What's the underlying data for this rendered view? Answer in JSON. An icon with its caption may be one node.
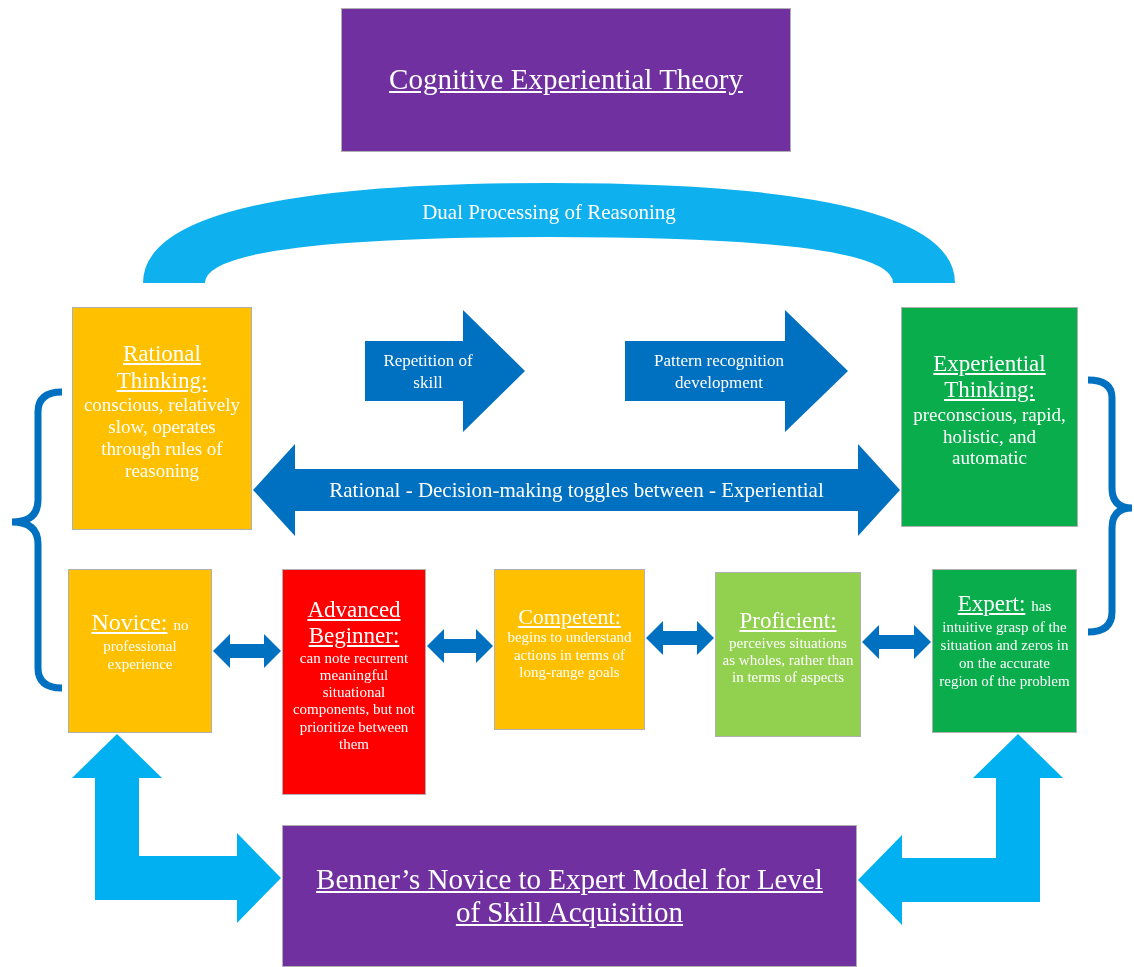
{
  "diagram": {
    "nodes": [
      {
        "text": [
          "Cognitive Experiential Theory"
        ]
      },
      {
        "text": [
          "Dual Processing of Reasoning"
        ]
      },
      {
        "text": [
          "Rational Thinking:",
          "conscious, relatively slow, operates through rules of reasoning"
        ]
      },
      {
        "text": [
          "Repetition of skill"
        ]
      },
      {
        "text": [
          "Pattern recognition development"
        ]
      },
      {
        "text": [
          "Experiential Thinking:",
          "preconscious, rapid, holistic, and automatic"
        ]
      },
      {
        "text": [
          "Novice:",
          "no professional experience"
        ]
      },
      {
        "text": [
          "Advanced Beginner:",
          "can note recurrent meaningful situational components, but not prioritize between them"
        ]
      },
      {
        "text": [
          "Competent:",
          "begins to understand actions in terms of long-range goals"
        ]
      },
      {
        "text": [
          "Proficient:",
          "perceives situations as wholes, rather than in terms of aspects"
        ]
      },
      {
        "text": [
          "Expert:",
          "has intuitive grasp of the situation and zeros in on the accurate region of the problem"
        ]
      },
      {
        "text": [
          "Benner’s Novice to Expert Model for Level of Skill Acquisition"
        ]
      }
    ],
    "edges": [
      {
        "from": 2,
        "to": 5,
        "arrow": "both",
        "label": "Rational - Decision-making toggles between - Experiential"
      },
      {
        "from": 6,
        "to": 7,
        "arrow": "both"
      },
      {
        "from": 7,
        "to": 8,
        "arrow": "both"
      },
      {
        "from": 8,
        "to": 9,
        "arrow": "both"
      },
      {
        "from": 9,
        "to": 10,
        "arrow": "both"
      },
      {
        "from": 11,
        "to": 6,
        "arrow": "both",
        "color": "#00b0f0"
      },
      {
        "from": 11,
        "to": 10,
        "arrow": "both",
        "color": "#00b0f0"
      }
    ]
  }
}
